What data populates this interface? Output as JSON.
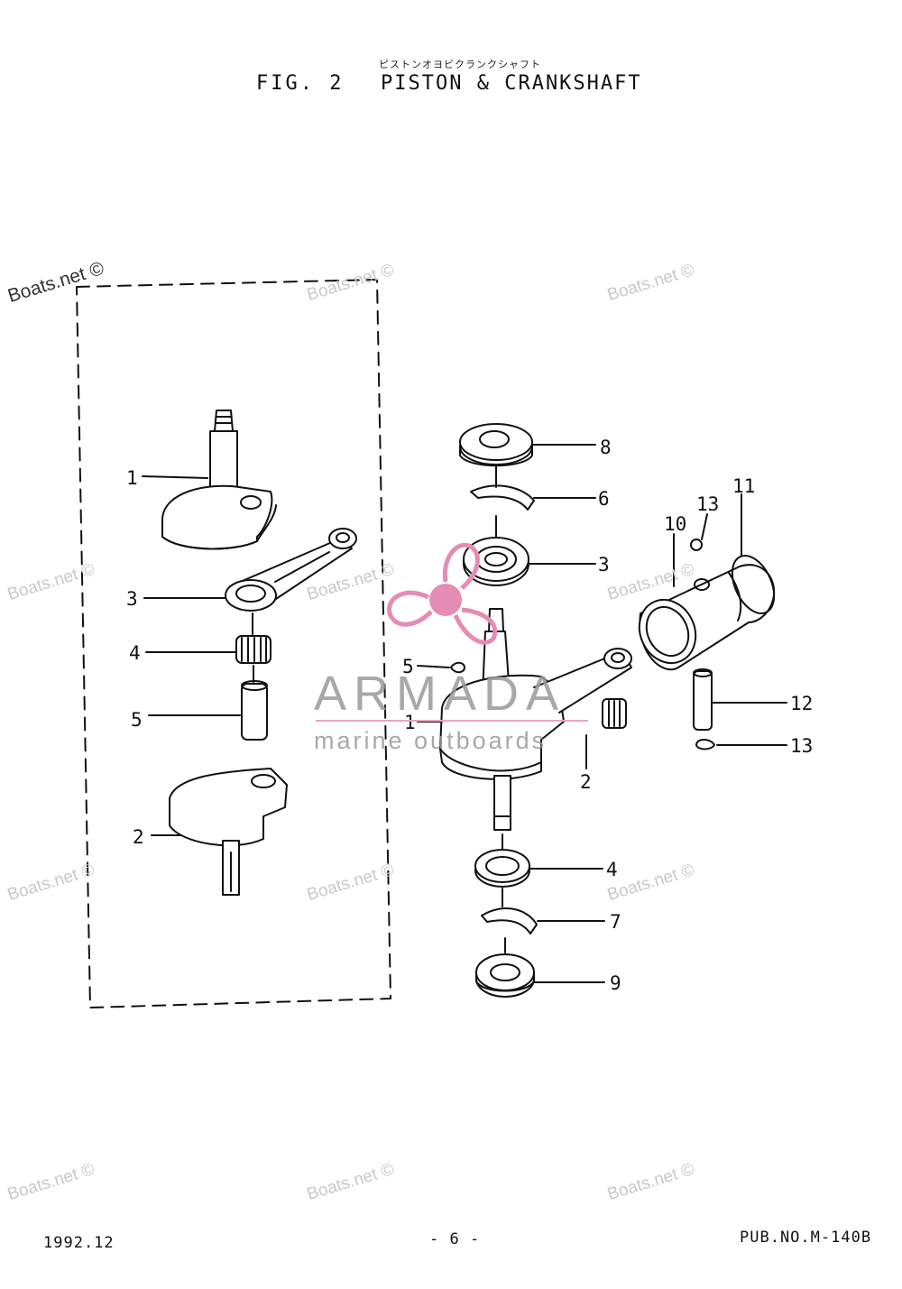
{
  "header": {
    "japanese": "ピストンオヨビクランクシャフト",
    "fig_number": "FIG.  2",
    "title": "PISTON & CRANKSHAFT"
  },
  "footer": {
    "date": "1992.12",
    "page": "- 6 -",
    "pub_no": "PUB.NO.M-140B"
  },
  "watermarks": {
    "boats": "Boats.net ©",
    "brand": "ARMADA",
    "brand_sub": "marine outboards"
  },
  "callouts": {
    "left_1": "1",
    "left_3": "3",
    "left_4": "4",
    "left_5": "5",
    "left_2": "2",
    "c8": "8",
    "c6": "6",
    "c3": "3",
    "c13a": "13",
    "c11": "11",
    "c10": "10",
    "c5": "5",
    "c1": "1",
    "c2": "2",
    "c12": "12",
    "c13b": "13",
    "c4": "4",
    "c7": "7",
    "c9": "9"
  },
  "colors": {
    "line": "#111111",
    "brand_pink": "#e58cb4",
    "watermark": "#c8c8c8"
  }
}
